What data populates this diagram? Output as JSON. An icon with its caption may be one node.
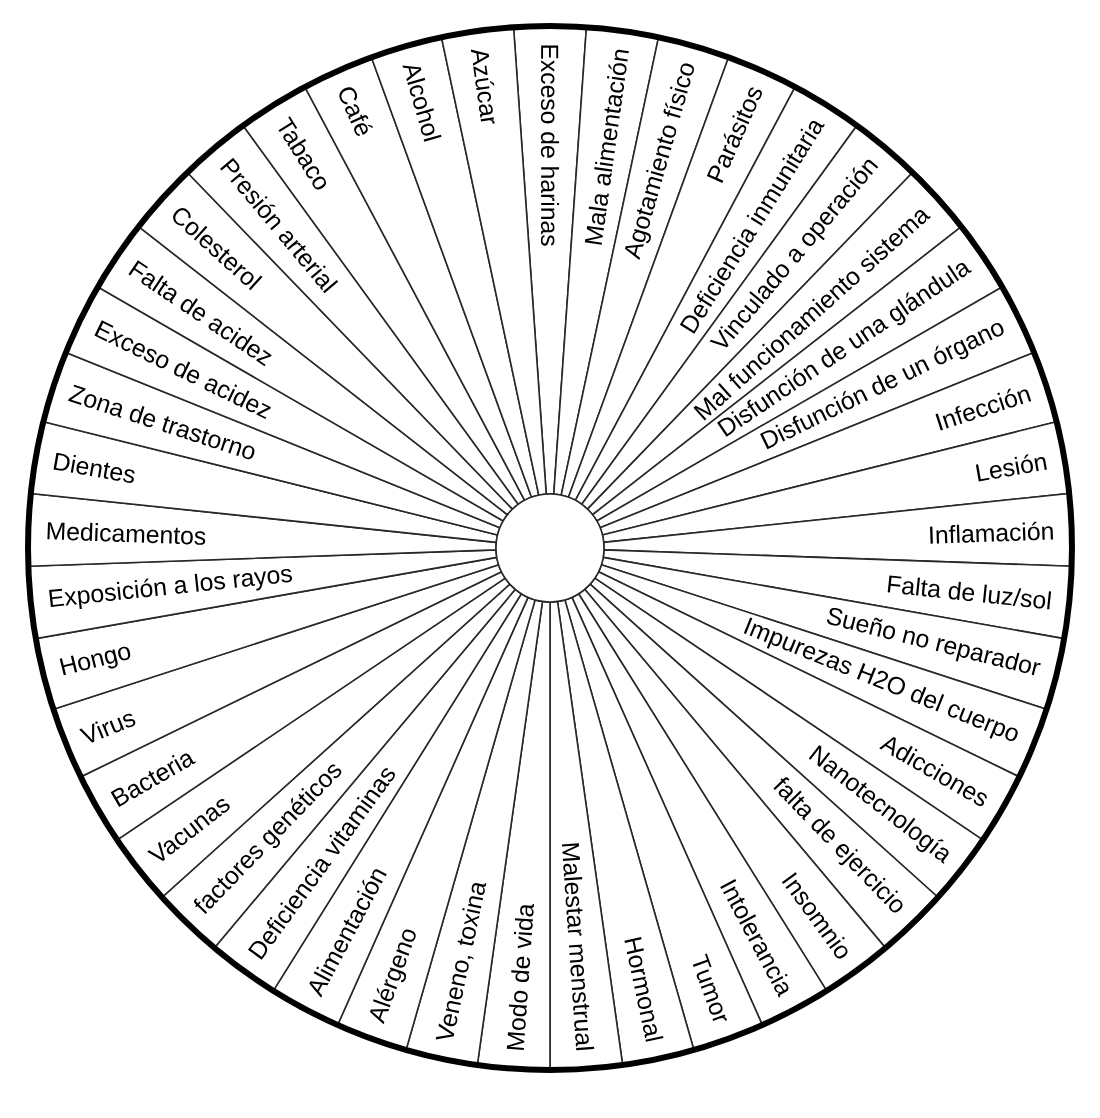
{
  "diagram": {
    "nodes": [
      {
        "text": [
          "Exceso de harinas"
        ]
      },
      {
        "text": [
          "Mala alimentación"
        ]
      },
      {
        "text": [
          "Agotamiento físico"
        ]
      },
      {
        "text": [
          "Parásitos"
        ]
      },
      {
        "text": [
          "Deficiencia inmunitaria"
        ]
      },
      {
        "text": [
          "Vinculado a operación"
        ]
      },
      {
        "text": [
          "Mal funcionamiento sistema"
        ]
      },
      {
        "text": [
          "Disfunción de una glándula"
        ]
      },
      {
        "text": [
          "Disfunción de un órgano"
        ]
      },
      {
        "text": [
          "Infección"
        ]
      },
      {
        "text": [
          "Lesión"
        ]
      },
      {
        "text": [
          "Inflamación"
        ]
      },
      {
        "text": [
          "Falta de luz/sol"
        ]
      },
      {
        "text": [
          "Sueño no reparador"
        ]
      },
      {
        "text": [
          "Impurezas H2O del cuerpo"
        ]
      },
      {
        "text": [
          "Adicciones"
        ]
      },
      {
        "text": [
          "Nanotecnología"
        ]
      },
      {
        "text": [
          "falta de ejercicio"
        ]
      },
      {
        "text": [
          "Insomnio"
        ]
      },
      {
        "text": [
          "Intolerancia"
        ]
      },
      {
        "text": [
          "Tumor"
        ]
      },
      {
        "text": [
          "Hormonal"
        ]
      },
      {
        "text": [
          "Malestar menstrual"
        ]
      },
      {
        "text": [
          "Modo de vida"
        ]
      },
      {
        "text": [
          "Veneno, toxina"
        ]
      },
      {
        "text": [
          "Alérgeno"
        ]
      },
      {
        "text": [
          "Alimentación"
        ]
      },
      {
        "text": [
          "Deficiencia vitaminas"
        ]
      },
      {
        "text": [
          "factores genéticos"
        ]
      },
      {
        "text": [
          "Vacunas"
        ]
      },
      {
        "text": [
          "Bacteria"
        ]
      },
      {
        "text": [
          "Virus"
        ]
      },
      {
        "text": [
          "Hongo"
        ]
      },
      {
        "text": [
          "Exposición a los rayos"
        ]
      },
      {
        "text": [
          "Medicamentos"
        ]
      },
      {
        "text": [
          "Dientes"
        ]
      },
      {
        "text": [
          "Zona de trastorno"
        ]
      },
      {
        "text": [
          "Exceso de acidez"
        ]
      },
      {
        "text": [
          "Falta de acidez"
        ]
      },
      {
        "text": [
          "Colesterol"
        ]
      },
      {
        "text": [
          "Presión arterial"
        ]
      },
      {
        "text": [
          "Tabaco"
        ]
      },
      {
        "text": [
          "Café"
        ]
      },
      {
        "text": [
          "Alcohol"
        ]
      },
      {
        "text": [
          "Azúcar"
        ]
      }
    ]
  }
}
